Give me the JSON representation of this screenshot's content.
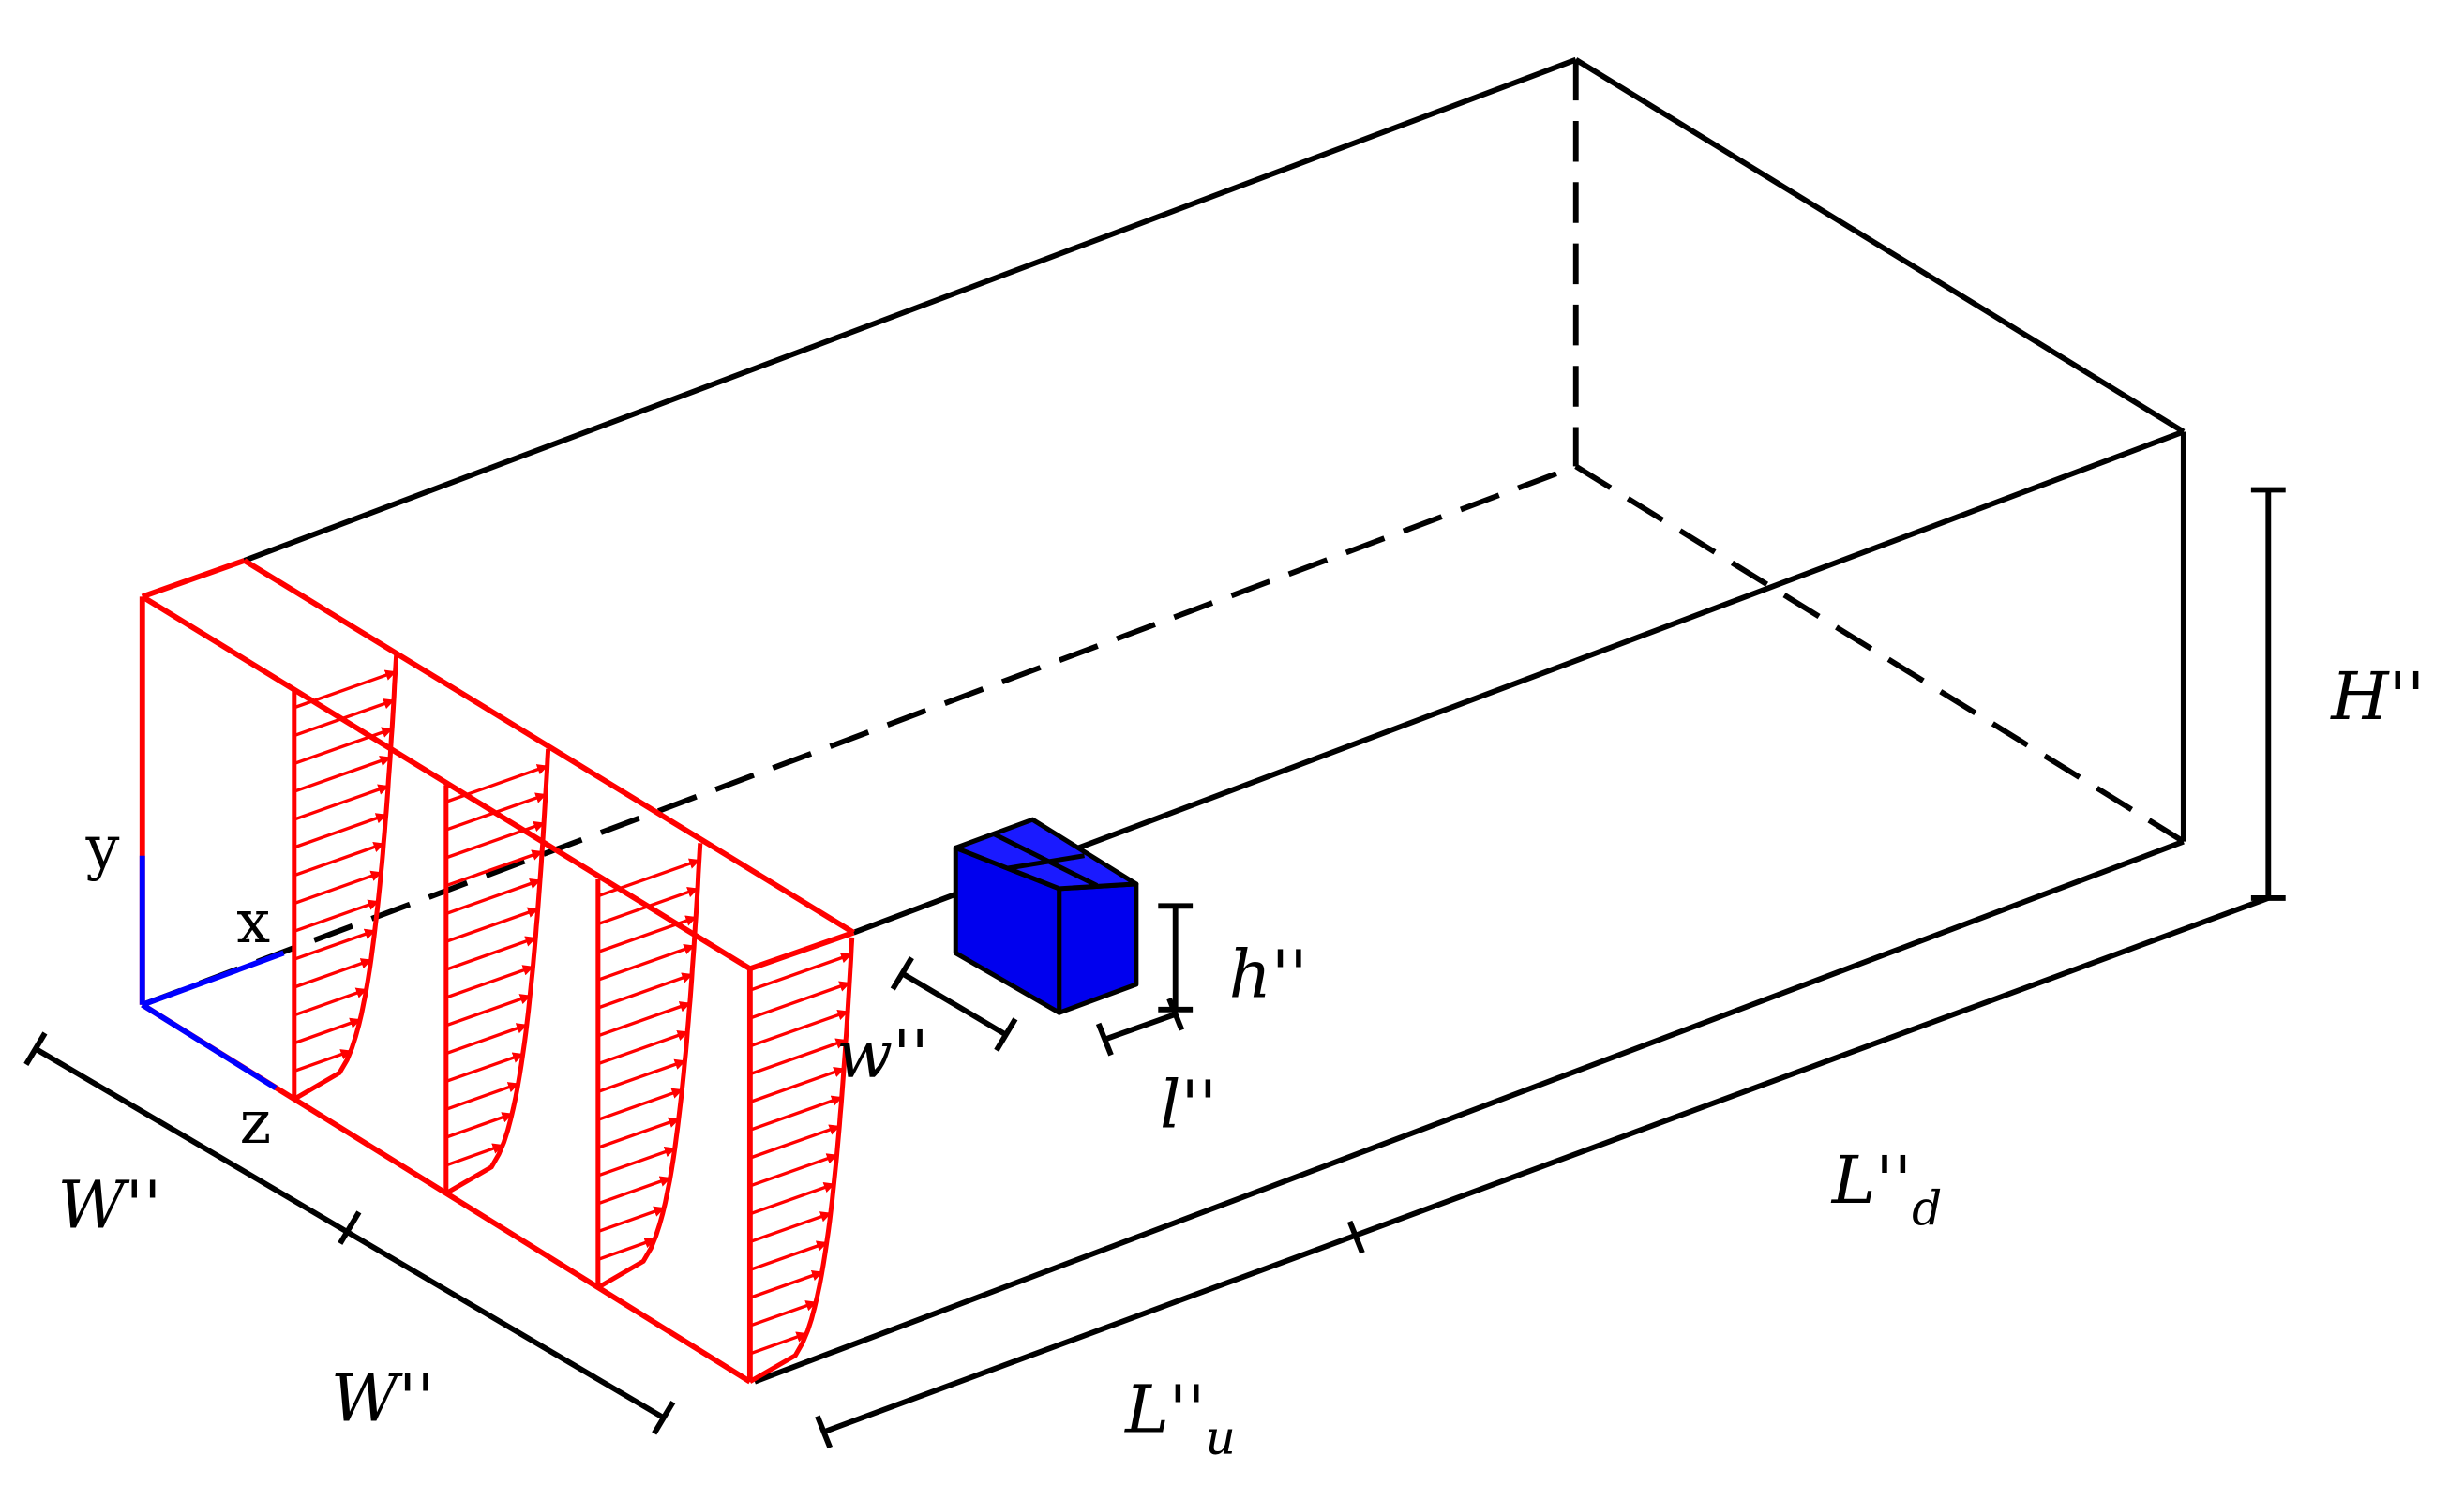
{
  "axes": {
    "x": "x",
    "y": "y",
    "z": "z"
  },
  "dimensions": {
    "W1": "W''",
    "W2": "W''",
    "H": "H''",
    "h": "h''",
    "w": "w''",
    "l": "l''",
    "Lu_base": "L''",
    "Lu_sub": "u",
    "Ld_base": "L''",
    "Ld_sub": "d"
  },
  "profiles": {
    "count": 4,
    "arrows_per_profile": 14
  },
  "colors": {
    "domain": "#000000",
    "inflow": "#ff0000",
    "obstacle": "#0000ff",
    "axes": "#0000ff"
  }
}
